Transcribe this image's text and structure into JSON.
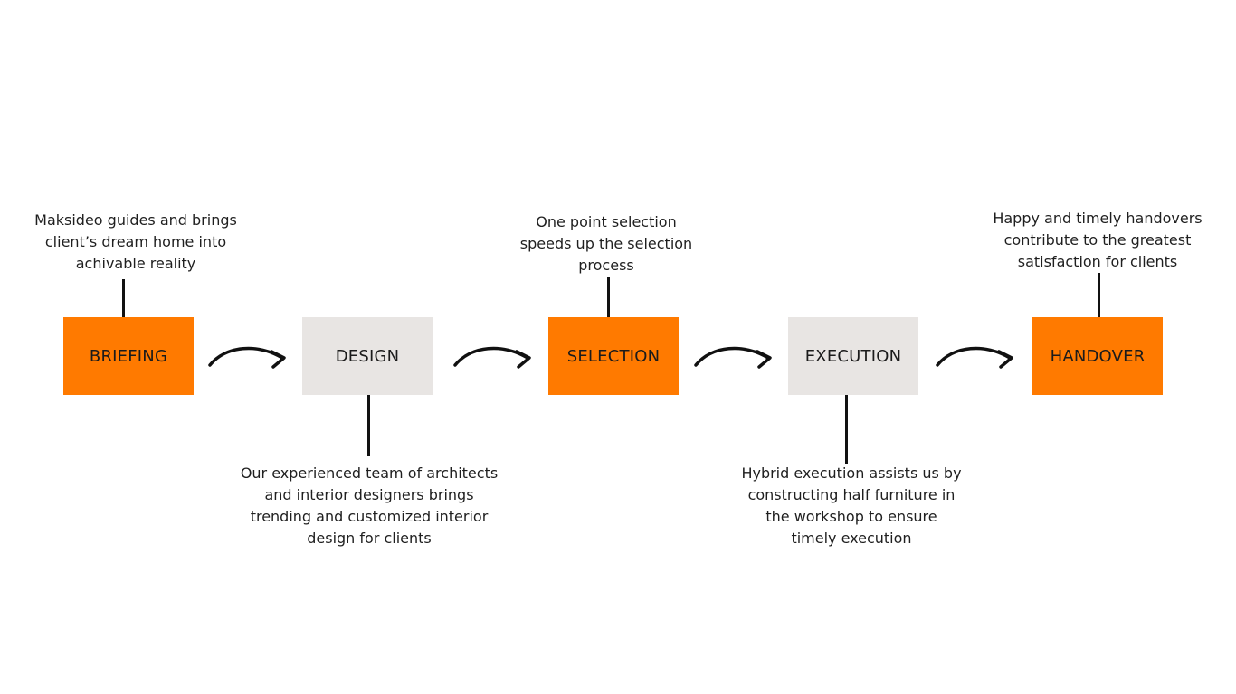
{
  "diagram": {
    "steps": [
      {
        "label": "BRIEFING",
        "style": "accent",
        "description": "Maksideo guides and brings\nclient’s dream home into\nachivable reality",
        "description_position": "above"
      },
      {
        "label": "DESIGN",
        "style": "neutral",
        "description": "Our experienced team of architects\nand interior designers brings\ntrending and customized interior\ndesign for clients",
        "description_position": "below"
      },
      {
        "label": "SELECTION",
        "style": "accent",
        "description": "One point selection\nspeeds up the selection\nprocess",
        "description_position": "above"
      },
      {
        "label": "EXECUTION",
        "style": "neutral",
        "description": "Hybrid execution assists us by\nconstructing half furniture in\nthe workshop to ensure\ntimely execution",
        "description_position": "below"
      },
      {
        "label": "HANDOVER",
        "style": "accent",
        "description": "Happy and timely handovers\ncontribute to the greatest\nsatisfaction for clients",
        "description_position": "above"
      }
    ],
    "arrow_icon": "curved-arrow-right-icon",
    "colors": {
      "accent": "#ff7a00",
      "neutral": "#e8e5e3",
      "line": "#111111",
      "text": "#1f1f1f"
    }
  }
}
